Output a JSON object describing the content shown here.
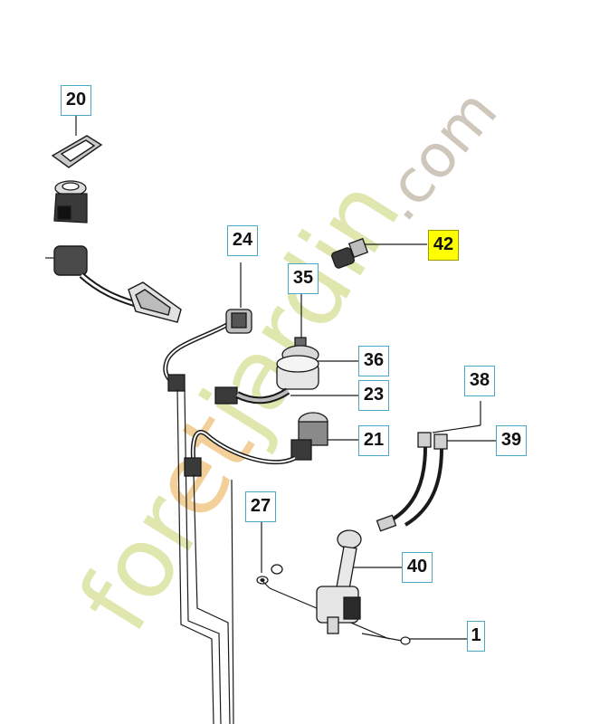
{
  "callouts": [
    {
      "id": "c20",
      "label": "20"
    },
    {
      "id": "c24",
      "label": "24"
    },
    {
      "id": "c35",
      "label": "35"
    },
    {
      "id": "c36",
      "label": "36"
    },
    {
      "id": "c23",
      "label": "23"
    },
    {
      "id": "c21",
      "label": "21"
    },
    {
      "id": "c27",
      "label": "27"
    },
    {
      "id": "c38",
      "label": "38"
    },
    {
      "id": "c39",
      "label": "39"
    },
    {
      "id": "c40",
      "label": "40"
    },
    {
      "id": "c42",
      "label": "42",
      "highlighted": true
    },
    {
      "id": "c1",
      "label": "1"
    }
  ],
  "watermark": {
    "part1": "for",
    "part2": "et",
    "part3": "jardin",
    "part4": ".com",
    "colors": {
      "green": "#dfe6ae",
      "orange": "#f3d09a",
      "gray": "#cfc7bb"
    }
  },
  "colors": {
    "callout_border": "#4aa8c8",
    "highlight": "#ffff00",
    "line": "#1a1a1a"
  }
}
